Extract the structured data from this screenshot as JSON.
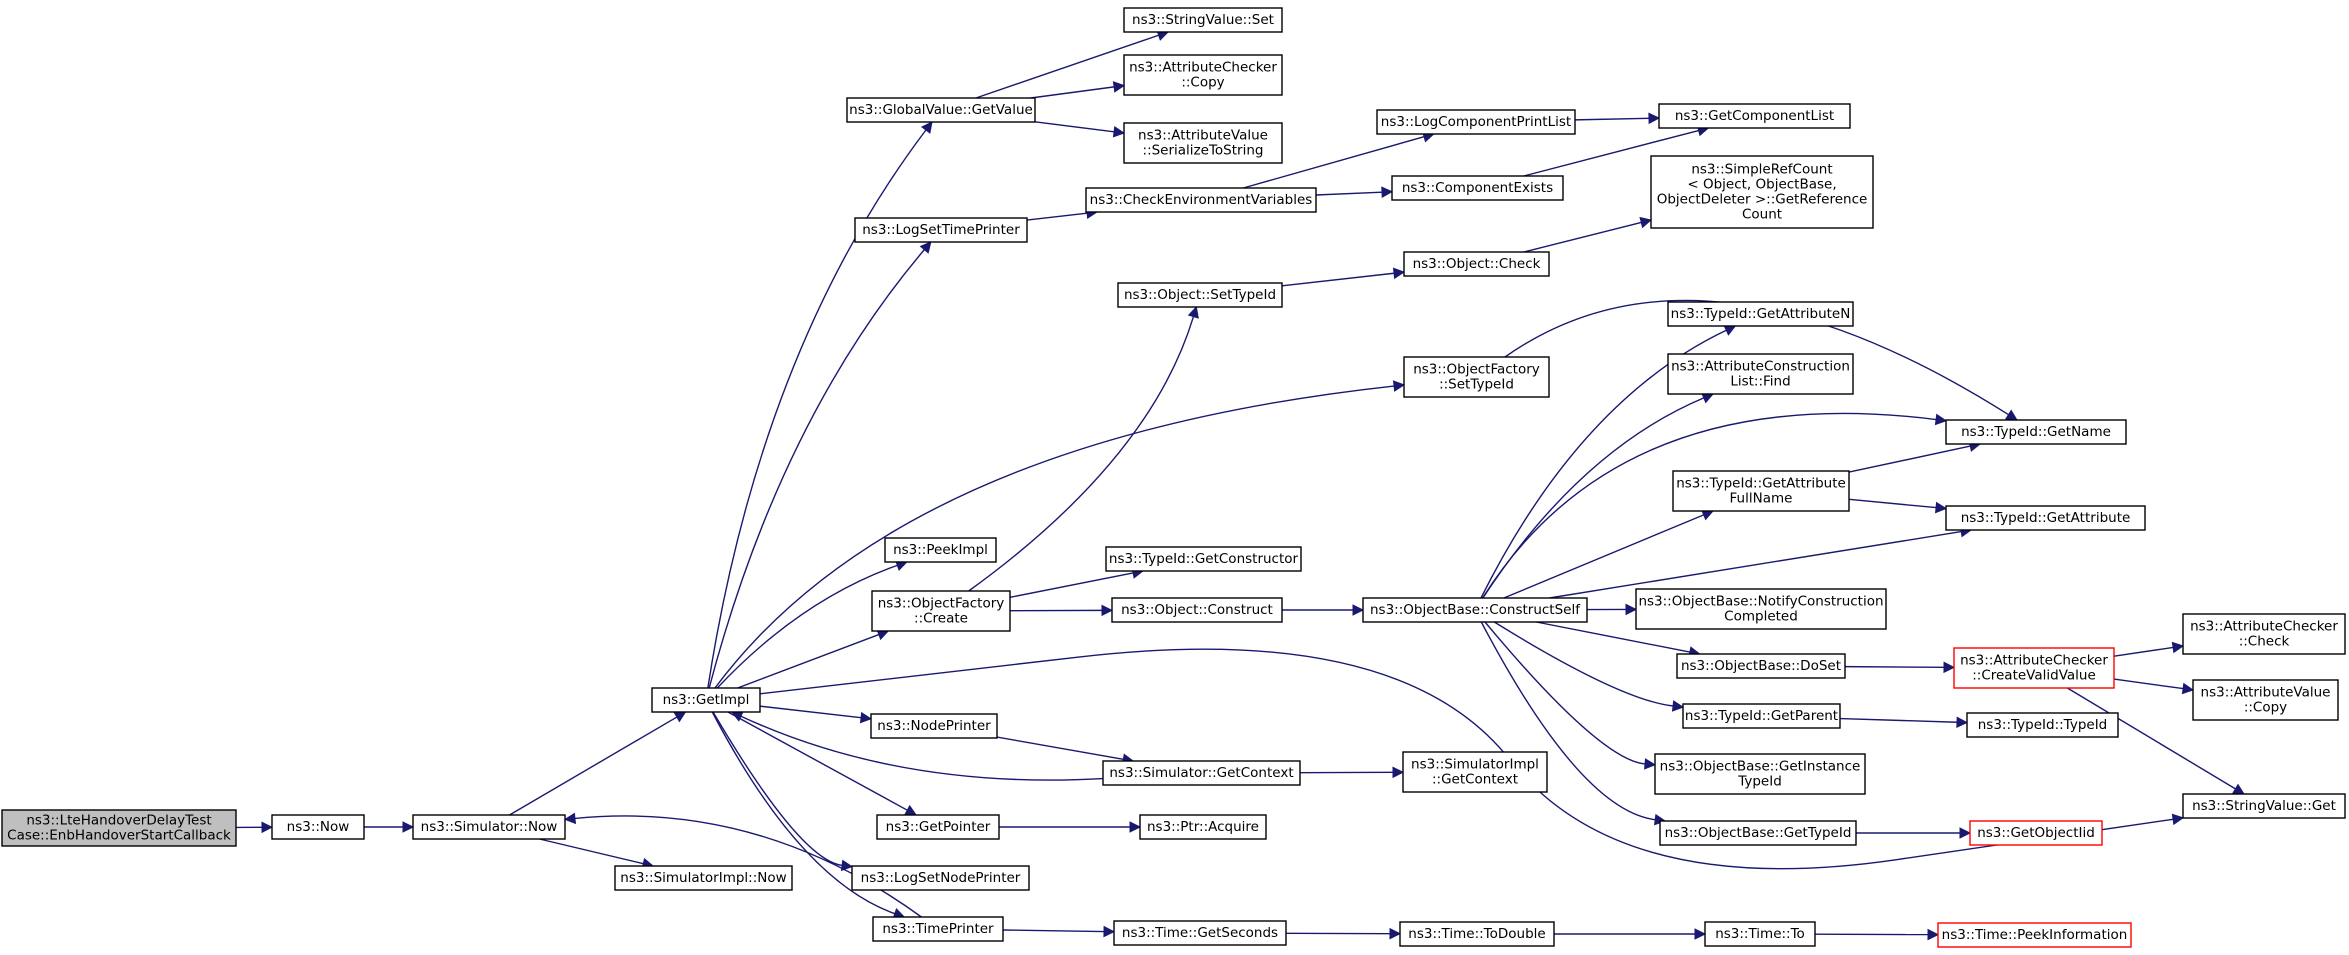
{
  "graph": {
    "edge_color": "#191970",
    "node_border": "#000000",
    "root_fill": "#bfbfbf",
    "external_border": "#ff0000",
    "nodes": [
      {
        "id": "root",
        "lines": [
          "ns3::LteHandoverDelayTest",
          "Case::EnbHandoverStartCallback"
        ],
        "style": "root"
      },
      {
        "id": "now",
        "lines": [
          "ns3::Now"
        ]
      },
      {
        "id": "simnow",
        "lines": [
          "ns3::Simulator::Now"
        ]
      },
      {
        "id": "simimplnow",
        "lines": [
          "ns3::SimulatorImpl::Now"
        ]
      },
      {
        "id": "getimpl",
        "lines": [
          "ns3::GetImpl"
        ]
      },
      {
        "id": "gv_getvalue",
        "lines": [
          "ns3::GlobalValue::GetValue"
        ]
      },
      {
        "id": "stringvalue_set",
        "lines": [
          "ns3::StringValue::Set"
        ]
      },
      {
        "id": "attrchecker_copy",
        "lines": [
          "ns3::AttributeChecker",
          "::Copy"
        ]
      },
      {
        "id": "attrvalue_serialize",
        "lines": [
          "ns3::AttributeValue",
          "::SerializeToString"
        ]
      },
      {
        "id": "logsettimeprinter",
        "lines": [
          "ns3::LogSetTimePrinter"
        ]
      },
      {
        "id": "checkenv",
        "lines": [
          "ns3::CheckEnvironmentVariables"
        ]
      },
      {
        "id": "logcompprintlist",
        "lines": [
          "ns3::LogComponentPrintList"
        ]
      },
      {
        "id": "getcomplist",
        "lines": [
          "ns3::GetComponentList"
        ]
      },
      {
        "id": "compexists",
        "lines": [
          "ns3::ComponentExists"
        ]
      },
      {
        "id": "simplerefcount",
        "lines": [
          "ns3::SimpleRefCount",
          "< Object, ObjectBase,",
          "ObjectDeleter >::GetReference",
          "Count"
        ]
      },
      {
        "id": "object_check",
        "lines": [
          "ns3::Object::Check"
        ]
      },
      {
        "id": "object_settypeid",
        "lines": [
          "ns3::Object::SetTypeId"
        ]
      },
      {
        "id": "objfactory_settypeid",
        "lines": [
          "ns3::ObjectFactory",
          "::SetTypeId"
        ]
      },
      {
        "id": "typeid_getattrn",
        "lines": [
          "ns3::TypeId::GetAttributeN"
        ]
      },
      {
        "id": "attrconstr_find",
        "lines": [
          "ns3::AttributeConstruction",
          "List::Find"
        ]
      },
      {
        "id": "typeid_getname",
        "lines": [
          "ns3::TypeId::GetName"
        ]
      },
      {
        "id": "typeid_getattrfullname",
        "lines": [
          "ns3::TypeId::GetAttribute",
          "FullName"
        ]
      },
      {
        "id": "typeid_getattr",
        "lines": [
          "ns3::TypeId::GetAttribute"
        ]
      },
      {
        "id": "peekimpl",
        "lines": [
          "ns3::PeekImpl"
        ]
      },
      {
        "id": "objfactory_create",
        "lines": [
          "ns3::ObjectFactory",
          "::Create"
        ]
      },
      {
        "id": "typeid_getconstructor",
        "lines": [
          "ns3::TypeId::GetConstructor"
        ]
      },
      {
        "id": "object_construct",
        "lines": [
          "ns3::Object::Construct"
        ]
      },
      {
        "id": "objbase_constructself",
        "lines": [
          "ns3::ObjectBase::ConstructSelf"
        ]
      },
      {
        "id": "objbase_notify",
        "lines": [
          "ns3::ObjectBase::NotifyConstruction",
          "Completed"
        ]
      },
      {
        "id": "objbase_doset",
        "lines": [
          "ns3::ObjectBase::DoSet"
        ]
      },
      {
        "id": "attrchecker_createvalid",
        "lines": [
          "ns3::AttributeChecker",
          "::CreateValidValue"
        ],
        "style": "external"
      },
      {
        "id": "attrchecker_check",
        "lines": [
          "ns3::AttributeChecker",
          "::Check"
        ]
      },
      {
        "id": "attrvalue_copy",
        "lines": [
          "ns3::AttributeValue",
          "::Copy"
        ]
      },
      {
        "id": "stringvalue_get",
        "lines": [
          "ns3::StringValue::Get"
        ]
      },
      {
        "id": "typeid_getparent",
        "lines": [
          "ns3::TypeId::GetParent"
        ]
      },
      {
        "id": "typeid_typeid",
        "lines": [
          "ns3::TypeId::TypeId"
        ]
      },
      {
        "id": "objbase_getinstance",
        "lines": [
          "ns3::ObjectBase::GetInstance",
          "TypeId"
        ]
      },
      {
        "id": "objbase_gettypeid",
        "lines": [
          "ns3::ObjectBase::GetTypeId"
        ]
      },
      {
        "id": "getobjectiid",
        "lines": [
          "ns3::GetObjectIid"
        ],
        "style": "external"
      },
      {
        "id": "nodeprinter",
        "lines": [
          "ns3::NodePrinter"
        ]
      },
      {
        "id": "sim_getcontext",
        "lines": [
          "ns3::Simulator::GetContext"
        ]
      },
      {
        "id": "simimpl_getcontext",
        "lines": [
          "ns3::SimulatorImpl",
          "::GetContext"
        ]
      },
      {
        "id": "getpointer",
        "lines": [
          "ns3::GetPointer"
        ]
      },
      {
        "id": "ptr_acquire",
        "lines": [
          "ns3::Ptr::Acquire"
        ]
      },
      {
        "id": "logsetnodeprinter",
        "lines": [
          "ns3::LogSetNodePrinter"
        ]
      },
      {
        "id": "timeprinter",
        "lines": [
          "ns3::TimePrinter"
        ]
      },
      {
        "id": "time_getseconds",
        "lines": [
          "ns3::Time::GetSeconds"
        ]
      },
      {
        "id": "time_todouble",
        "lines": [
          "ns3::Time::ToDouble"
        ]
      },
      {
        "id": "time_to",
        "lines": [
          "ns3::Time::To"
        ]
      },
      {
        "id": "time_peekinfo",
        "lines": [
          "ns3::Time::PeekInformation"
        ],
        "style": "external"
      }
    ],
    "edges": [
      [
        "root",
        "now"
      ],
      [
        "now",
        "simnow"
      ],
      [
        "simnow",
        "getimpl"
      ],
      [
        "simnow",
        "simimplnow"
      ],
      [
        "getimpl",
        "gv_getvalue"
      ],
      [
        "getimpl",
        "logsettimeprinter"
      ],
      [
        "getimpl",
        "objfactory_settypeid"
      ],
      [
        "getimpl",
        "peekimpl"
      ],
      [
        "getimpl",
        "objfactory_create"
      ],
      [
        "getimpl",
        "nodeprinter"
      ],
      [
        "getimpl",
        "getpointer"
      ],
      [
        "getimpl",
        "logsetnodeprinter"
      ],
      [
        "getimpl",
        "timeprinter"
      ],
      [
        "getimpl",
        "stringvalue_get"
      ],
      [
        "gv_getvalue",
        "stringvalue_set"
      ],
      [
        "gv_getvalue",
        "attrchecker_copy"
      ],
      [
        "gv_getvalue",
        "attrvalue_serialize"
      ],
      [
        "logsettimeprinter",
        "checkenv"
      ],
      [
        "checkenv",
        "logcompprintlist"
      ],
      [
        "checkenv",
        "compexists"
      ],
      [
        "logcompprintlist",
        "getcomplist"
      ],
      [
        "compexists",
        "getcomplist"
      ],
      [
        "object_check",
        "simplerefcount"
      ],
      [
        "object_settypeid",
        "object_check"
      ],
      [
        "objfactory_settypeid",
        "typeid_getname"
      ],
      [
        "objfactory_create",
        "object_settypeid"
      ],
      [
        "objfactory_create",
        "typeid_getconstructor"
      ],
      [
        "objfactory_create",
        "object_construct"
      ],
      [
        "object_construct",
        "objbase_constructself"
      ],
      [
        "objbase_constructself",
        "typeid_getattrn"
      ],
      [
        "objbase_constructself",
        "attrconstr_find"
      ],
      [
        "objbase_constructself",
        "typeid_getname"
      ],
      [
        "objbase_constructself",
        "typeid_getattrfullname"
      ],
      [
        "objbase_constructself",
        "typeid_getattr"
      ],
      [
        "objbase_constructself",
        "objbase_notify"
      ],
      [
        "objbase_constructself",
        "objbase_doset"
      ],
      [
        "objbase_constructself",
        "typeid_getparent"
      ],
      [
        "objbase_constructself",
        "objbase_getinstance"
      ],
      [
        "objbase_constructself",
        "objbase_gettypeid"
      ],
      [
        "typeid_getattrfullname",
        "typeid_getname"
      ],
      [
        "typeid_getattrfullname",
        "typeid_getattr"
      ],
      [
        "objbase_doset",
        "attrchecker_createvalid"
      ],
      [
        "attrchecker_createvalid",
        "attrchecker_check"
      ],
      [
        "attrchecker_createvalid",
        "attrvalue_copy"
      ],
      [
        "attrchecker_createvalid",
        "stringvalue_get"
      ],
      [
        "typeid_getparent",
        "typeid_typeid"
      ],
      [
        "objbase_gettypeid",
        "getobjectiid"
      ],
      [
        "nodeprinter",
        "sim_getcontext"
      ],
      [
        "sim_getcontext",
        "getimpl"
      ],
      [
        "sim_getcontext",
        "simimpl_getcontext"
      ],
      [
        "getpointer",
        "ptr_acquire"
      ],
      [
        "timeprinter",
        "simnow"
      ],
      [
        "timeprinter",
        "time_getseconds"
      ],
      [
        "time_getseconds",
        "time_todouble"
      ],
      [
        "time_todouble",
        "time_to"
      ],
      [
        "time_to",
        "time_peekinfo"
      ]
    ]
  }
}
